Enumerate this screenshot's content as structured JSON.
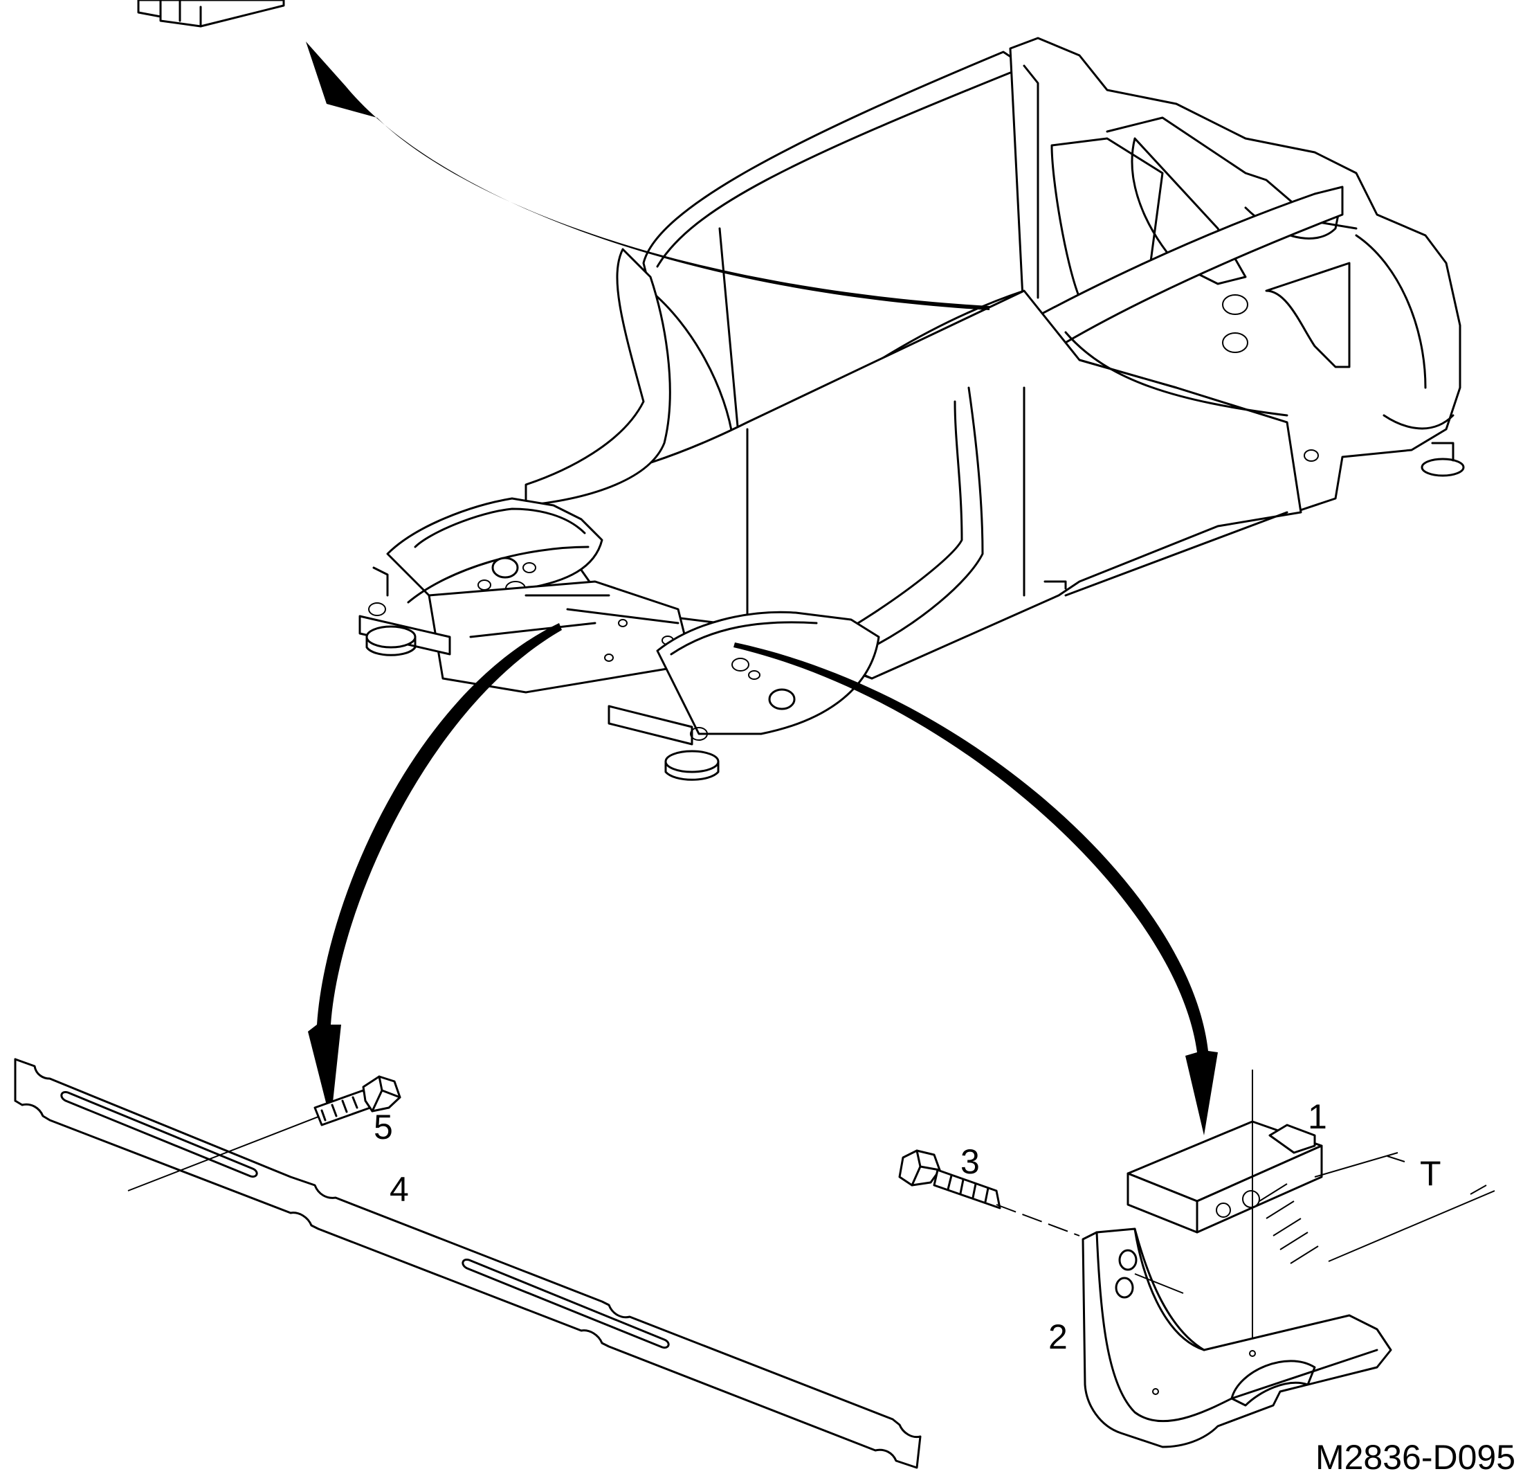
{
  "callouts": {
    "c1": "1",
    "c2": "2",
    "c3": "3",
    "c4": "4",
    "c5": "5",
    "dim_t": "T"
  },
  "figure_id": "M2836-D095"
}
